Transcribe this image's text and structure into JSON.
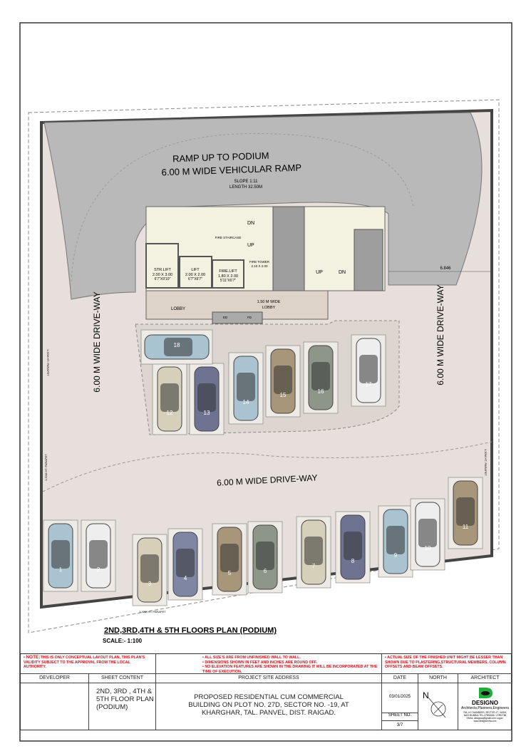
{
  "plan": {
    "ramp_title": "RAMP UP TO PODIUM",
    "ramp_subtitle": "6.00 M WIDE VEHICULAR RAMP",
    "ramp_slope": "SLOPE 1:11",
    "ramp_length": "LENGTH 32.50M",
    "driveway_left": "6.00 M WIDE DRIVE-WAY",
    "driveway_right": "6.00 M WIDE DRIVE-WAY",
    "driveway_bottom": "6.00 M WIDE DRIVE-WAY",
    "dimension": "6.846",
    "parapet": "1.20M HT. PARAPET",
    "fire_staircase": "FIRE STAIRCASE",
    "dn": "DN",
    "up": "UP",
    "fire_tower": "FIRE TOWER",
    "fire_tower_size": "2.10 X 2.00",
    "str_lift": [
      "STR.LIFT",
      "2.00 X 3.00",
      "6'7\"X9'10\""
    ],
    "lift": [
      "LIFT",
      "2.00 X 2.00",
      "6'7\"X6'7\""
    ],
    "fire_lift": [
      "FIRE.LIFT",
      "1.80 X 2.00",
      "5'11\"X6'7\""
    ],
    "lobby": "LOBBY",
    "wide_lobby": [
      "1.50 M WIDE",
      "LOBBY"
    ],
    "ed": "ED",
    "fd": "FD",
    "title": "2ND,3RD,4TH & 5TH FLOORS PLAN (PODIUM)",
    "scale": "SCALE:- 1:100"
  },
  "cars": [
    {
      "no": "1",
      "color": "#a9c3d0"
    },
    {
      "no": "2",
      "color": "#eeeeee"
    },
    {
      "no": "3",
      "color": "#d8cfb8"
    },
    {
      "no": "4",
      "color": "#7f86a4"
    },
    {
      "no": "5",
      "color": "#a8967a"
    },
    {
      "no": "6",
      "color": "#8d9688"
    },
    {
      "no": "7",
      "color": "#d6cfb9"
    },
    {
      "no": "8",
      "color": "#6e7392"
    },
    {
      "no": "9",
      "color": "#a9c3d0"
    },
    {
      "no": "10",
      "color": "#eeeeee"
    },
    {
      "no": "11",
      "color": "#a8967a"
    },
    {
      "no": "12",
      "color": "#d6cfb9"
    },
    {
      "no": "13",
      "color": "#6e7392"
    },
    {
      "no": "14",
      "color": "#a9c3d0"
    },
    {
      "no": "15",
      "color": "#a8967a"
    },
    {
      "no": "16",
      "color": "#8d9688"
    },
    {
      "no": "17",
      "color": "#eeeeee"
    },
    {
      "no": "18",
      "color": "#a9c3d0"
    }
  ],
  "notes": {
    "left_label": "NOTE:",
    "left": "THIS IS ONLY CONCEPTUAL LAYOUT PLAN, THIS PLAN'S VALIDITY SUBJECT TO THE APPROVAL FROM THE LOCAL AUTHORITY.",
    "middle": [
      "ALL SIZE'S ARE FROM UNFINISHED WALL TO WALL.",
      "DIMENSIONS SHOWN IN FEET AND INCHES ARE ROUND OFF.",
      "NO ELEVATION FEATURES ARE SHOWN IN THE DRAWING IT WILL BE INCORPORATED AT THE TIME OF EXECUTION."
    ],
    "right": "ACTUAL SIZE OF THE FINISHED UNIT MIGHT BE LESSER THAN SHOWN DUE TO PLASTERING,STRUCTURAL MEMBERS, COLUMN OFFSETS AND BEAM OFFSETS."
  },
  "title_block": {
    "headers": {
      "developer": "DEVELOPER",
      "sheet_content": "SHEET CONTENT",
      "address": "PROJECT SITE ADDRESS",
      "date": "DATE",
      "north": "NORTH",
      "architect": "ARCHITECT"
    },
    "developer": "",
    "sheet_content": "2ND, 3RD , 4TH & 5TH FLOOR PLAN (PODIUM)",
    "address": "PROPOSED RESIDENTIAL CUM COMMERCIAL BUILDING ON PLOT NO. 27D, SECTOR NO. -19, AT KHARGHAR, TAL. PANVEL, DIST. RAIGAD.",
    "date": "03/01/2025",
    "sheet_no_label": "SHEET NO.",
    "sheet_no": "3/7",
    "north_letter": "N",
    "architect_name": "DESIGNO",
    "architect_tagline": "Architects,Planners,Engineers",
    "architect_contact": "706,J.K CHAMBERS, SECTOR-17, VASHI, NAVI MUMBAI TEL-27892606 / 27892786 EMAIL designoa@gmail.com Logon: www.designoinfra.com",
    "logo_color": "#1fae3a"
  }
}
